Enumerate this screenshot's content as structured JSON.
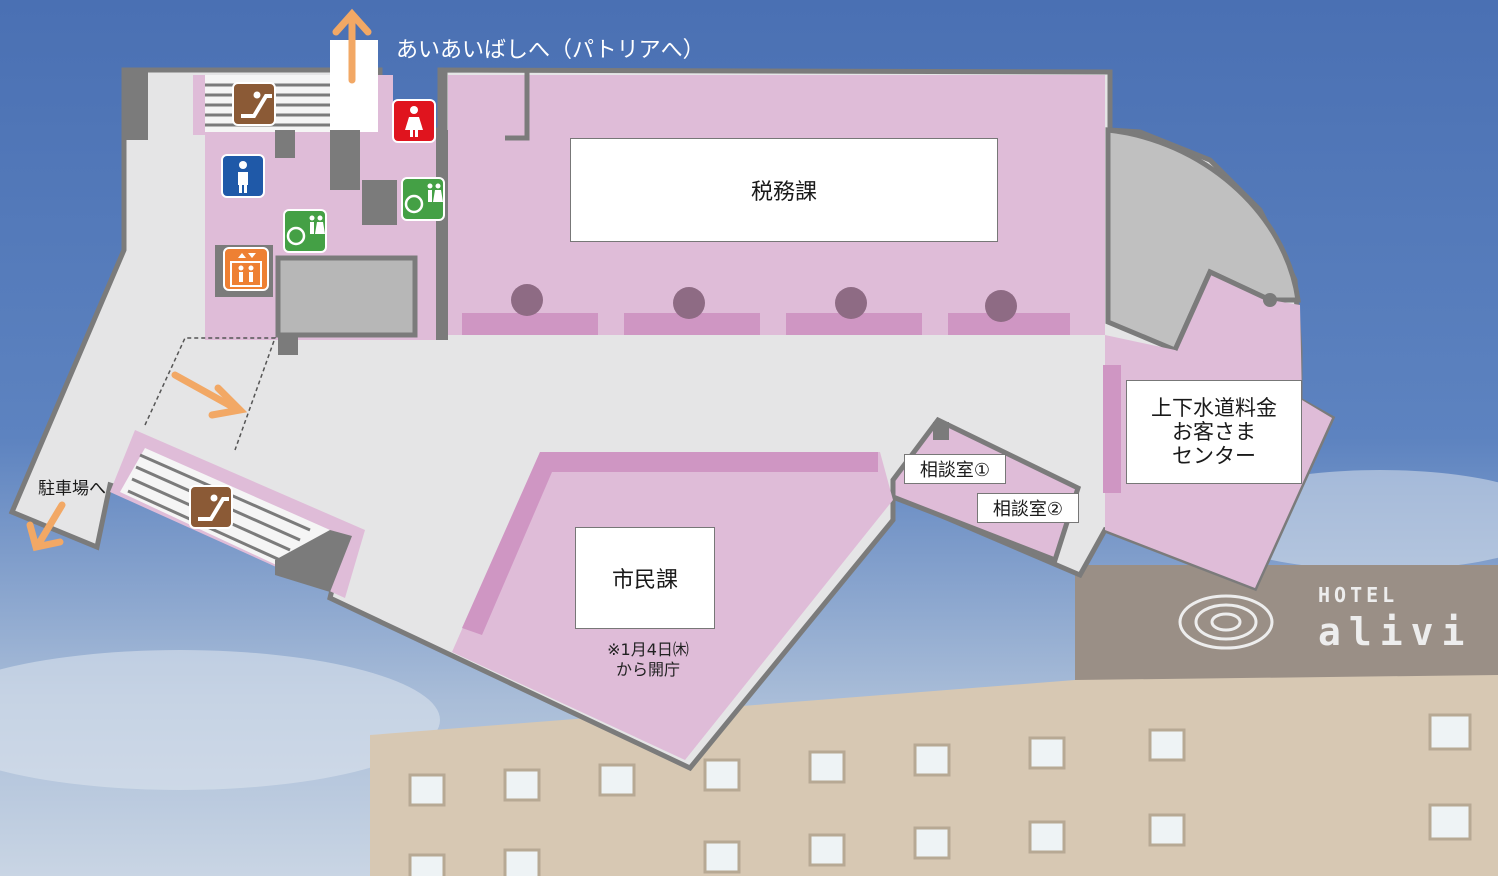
{
  "map": {
    "signs": {
      "to_bridge": "あいあいばしへ（パトリアへ）",
      "to_parking": "駐車場へ"
    },
    "rooms": {
      "tax": "税務課",
      "citizen": "市民課",
      "consult1": "相談室①",
      "consult2": "相談室②",
      "water_line1": "上下水道料金",
      "water_line2": "お客さま",
      "water_line3": "センター"
    },
    "notes": {
      "citizen_open_line1": "※1月4日㈭",
      "citizen_open_line2": "から開庁"
    },
    "backdrop": {
      "hotel_word": "HOTEL",
      "hotel_name": "alivi"
    },
    "icons": [
      "escalator-icon",
      "womens-restroom-icon",
      "mens-restroom-icon",
      "accessible-restroom-icon",
      "elevator-icon",
      "exit-arrow-icon"
    ],
    "colors": {
      "sky": "#4f78b8",
      "floor": "#e6e6e7",
      "office": "#dfbcd8",
      "office_accent": "#cf96c3",
      "wall": "#7b7b7b",
      "arrow": "#f2a865",
      "escalator_icon": "#8b5a36",
      "womens_icon": "#e0141e",
      "mens_icon": "#1f59a8",
      "accessible_icon": "#44a045",
      "elevator_icon": "#ee8033"
    }
  }
}
